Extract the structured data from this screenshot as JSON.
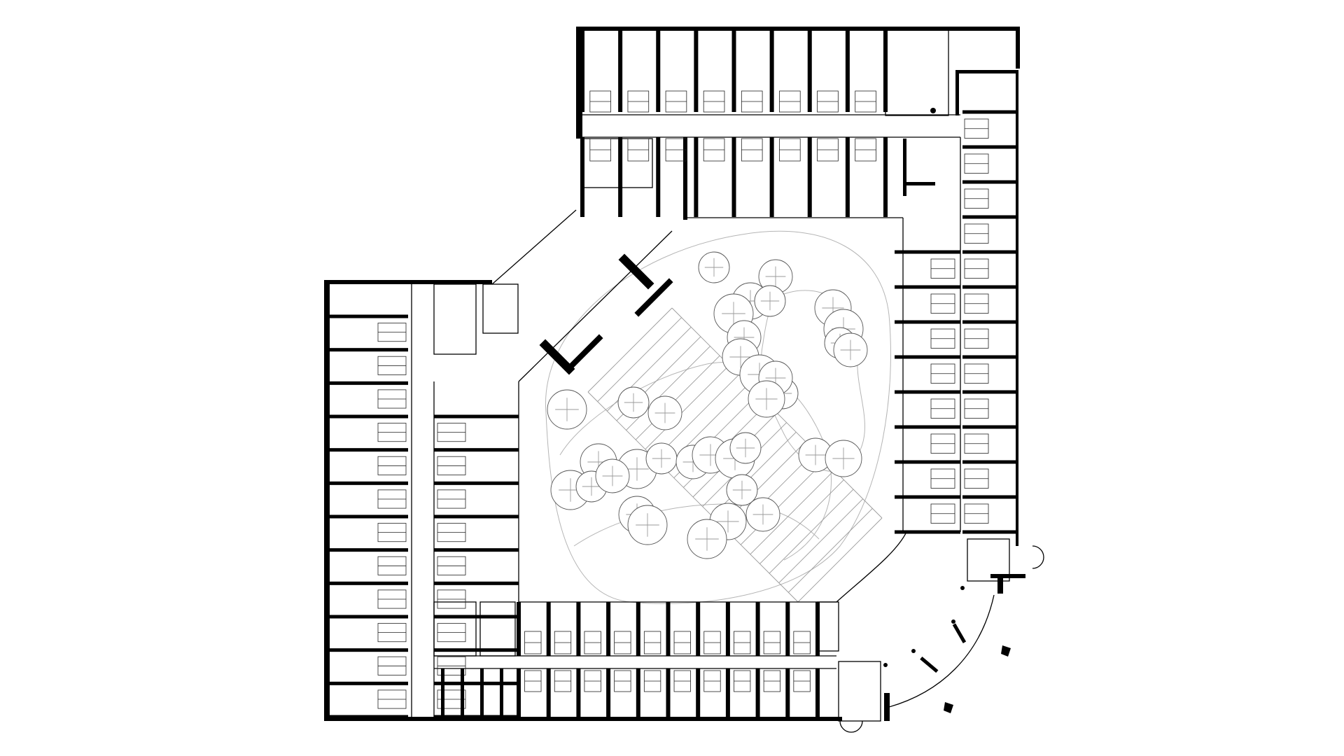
{
  "figure": {
    "kind": "architectural-floor-plan",
    "colors": {
      "background": "#ffffff",
      "walls": "#000000",
      "landscape_lines": "#9a9a9a"
    },
    "wings": [
      {
        "id": "north-wing",
        "rooms_per_side": 8
      },
      {
        "id": "east-wing",
        "rooms_per_side": 12
      },
      {
        "id": "south-wing",
        "rooms_per_side": 10
      },
      {
        "id": "west-wing",
        "rooms_per_side": 12
      }
    ],
    "courtyard": {
      "tree_count": 36
    }
  }
}
